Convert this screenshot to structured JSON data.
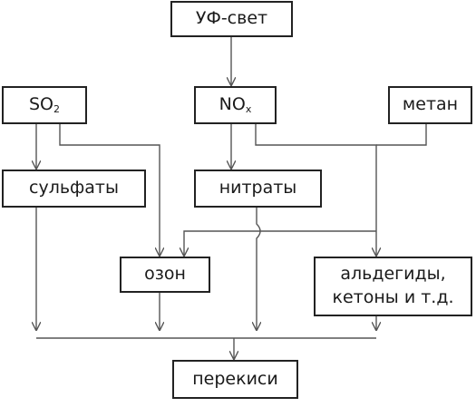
{
  "nodes": {
    "uv": "УФ-свет",
    "so2": {
      "base": "SO",
      "sub": "2"
    },
    "nox": {
      "base": "NO",
      "sub": "x"
    },
    "methane": "метан",
    "sulfates": "сульфаты",
    "nitrates": "нитраты",
    "ozone": "озон",
    "aldehydes": "альдегиды,\nкетоны и т.д.",
    "peroxides": "перекиси"
  }
}
